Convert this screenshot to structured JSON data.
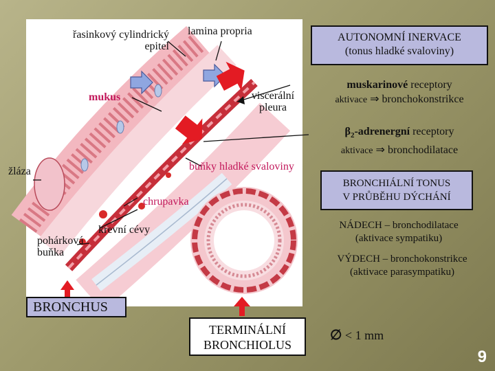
{
  "labels": {
    "epitel_line1": "řasinkový cylindrický",
    "epitel_line2": "epitel",
    "lamina": "lamina propria",
    "mukus": "mukus",
    "viscer_line1": "viscerální",
    "viscer_line2": "pleura",
    "zlaza": "žláza",
    "hladke": "buňky hladké svaloviny",
    "chrupavka": "chrupavka",
    "cevy": "krevní cévy",
    "poharkova_line1": "pohárková",
    "poharkova_line2": "buňka"
  },
  "autonomni": {
    "title": "AUTONOMNÍ INERVACE",
    "subtitle": "(tonus hladké svaloviny)"
  },
  "muskarin": {
    "title_bold": "muskarinové",
    "title_rest": " receptory",
    "effect_label": "aktivace",
    "arrow": "⇒",
    "effect": "bronchokonstrikce"
  },
  "beta": {
    "symbol": "β",
    "subscript": "2",
    "title_bold": "-adrenergní",
    "title_rest": " receptory",
    "effect_label": "aktivace",
    "arrow": "⇒",
    "effect": "bronchodilatace"
  },
  "tonus": {
    "line1": "BRONCHIÁLNÍ TONUS",
    "line2": "V PRŮBĚHU DÝCHÁNÍ"
  },
  "nadech": {
    "line1": "NÁDECH – bronchodilatace",
    "line2": "(aktivace sympatiku)"
  },
  "vydech": {
    "line1": "VÝDECH – bronchokonstrikce",
    "line2": "(aktivace parasympatiku)"
  },
  "bronchus": "BRONCHUS",
  "terminal": {
    "line1": "TERMINÁLNÍ",
    "line2": "BRONCHIOLUS"
  },
  "diameter": {
    "symbol": "∅",
    "text": "< 1 mm"
  },
  "page_number": "9",
  "colors": {
    "background": "#9e9a6c",
    "box_fill": "#b9b9de",
    "accent_pink": "#c2185b",
    "arrow_red": "#e31b23",
    "arrow_blue": "#8fa6e0"
  }
}
